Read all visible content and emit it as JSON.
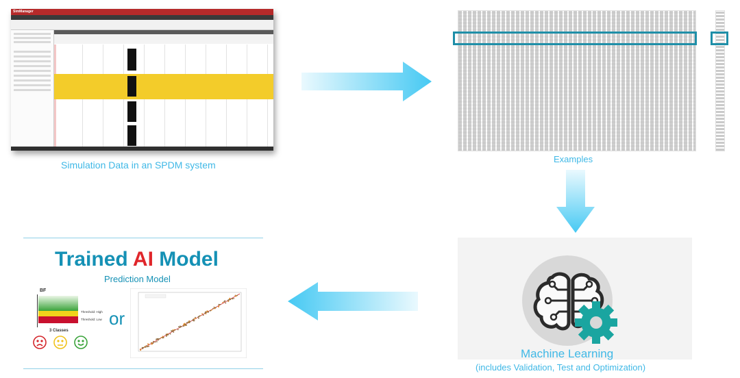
{
  "spdm": {
    "caption": "Simulation Data in an SPDM system",
    "app_title": "SimManager"
  },
  "examples": {
    "caption": "Examples"
  },
  "model": {
    "title_part1": "Trained ",
    "title_ai": "AI",
    "title_part2": " Model",
    "subtitle": "Prediction Model",
    "bar_axis_label": "BF",
    "threshold_high": "Threshold: High",
    "threshold_low": "Threshold: Low",
    "classes_label": "3 Classes",
    "or_text": "or"
  },
  "ml": {
    "title": "Machine Learning",
    "subtitle": "(includes Validation, Test and Optimization)"
  },
  "colors": {
    "caption_blue": "#3fb8e6",
    "title_teal": "#1591b5",
    "ai_red": "#e0262b",
    "arrow_light": "#e6f7fd",
    "arrow_dark": "#46c9f3",
    "highlight": "#1f8fa8",
    "gear_teal": "#1aa5a0"
  }
}
